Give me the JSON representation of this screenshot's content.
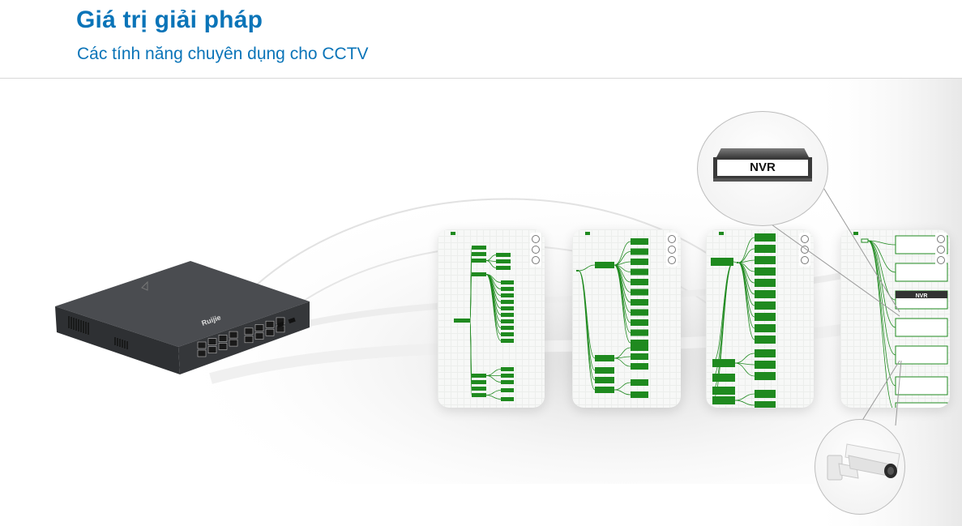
{
  "header": {
    "title": "Giá trị giải pháp",
    "subtitle": "Các tính năng chuyên dụng cho CCTV"
  },
  "colors": {
    "heading": "#0a74b8",
    "topology_green": "#1f8a1f",
    "switch_body": "#3b3d40"
  },
  "switch": {
    "brand_logo": "Ruijie",
    "rj45_ports": 16,
    "sfp_ports": 2
  },
  "callouts": {
    "nvr_label": "NVR",
    "camera_icon": "bullet-camera-icon"
  },
  "topology_panels": [
    {
      "name": "panel-1",
      "style": "text-nodes"
    },
    {
      "name": "panel-2",
      "style": "text-nodes"
    },
    {
      "name": "panel-3",
      "style": "device-nodes"
    },
    {
      "name": "panel-4",
      "style": "device-nodes"
    }
  ],
  "panel4": {
    "nvr_label": "NVR"
  }
}
